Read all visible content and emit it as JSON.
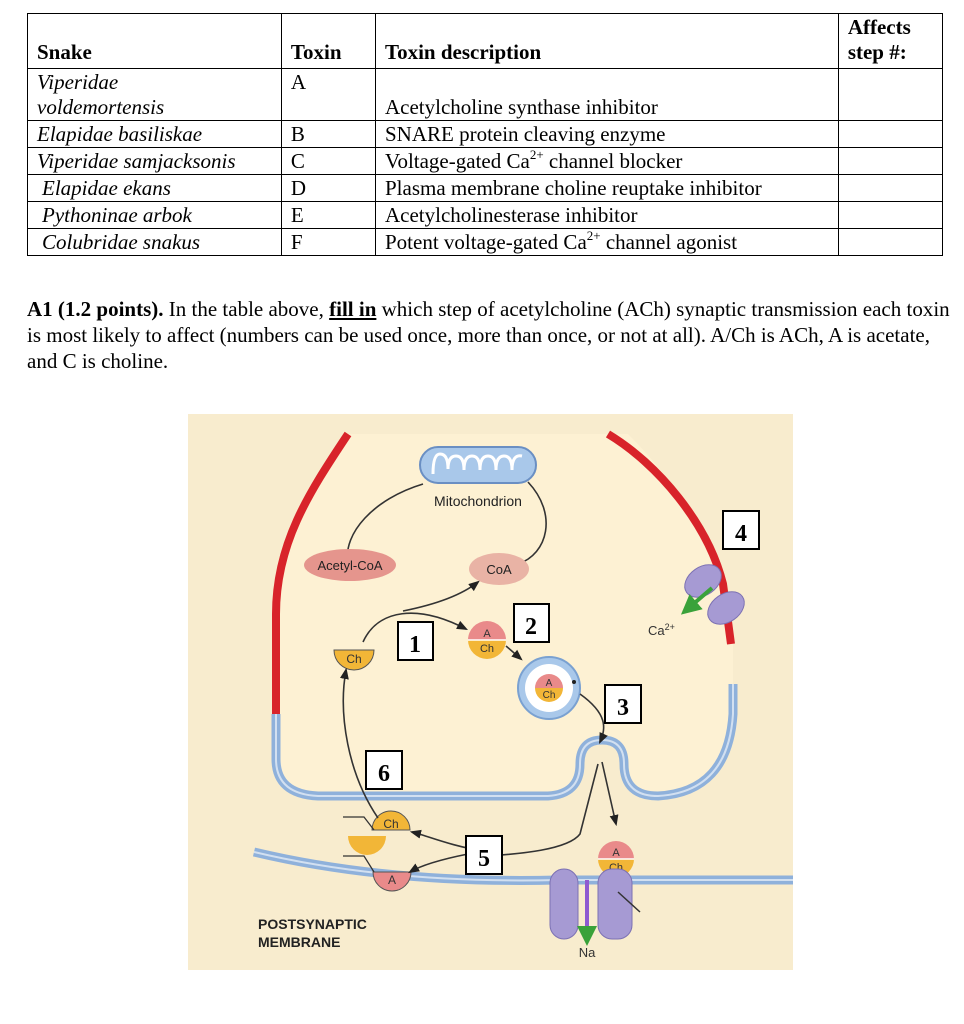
{
  "table": {
    "headers": {
      "snake": "Snake",
      "toxin": "Toxin",
      "description": "Toxin description",
      "affects_line1": "Affects",
      "affects_line2": "step #:"
    },
    "rows": [
      {
        "snake_line1": "Viperidae",
        "snake_line2": "voldemortensis",
        "toxin": "A",
        "description": "Acetylcholine synthase inhibitor"
      },
      {
        "snake": "Elapidae basiliskae",
        "toxin": "B",
        "description": "SNARE protein cleaving enzyme"
      },
      {
        "snake": "Viperidae samjacksonis",
        "toxin": "C",
        "description_pre": "Voltage-gated Ca",
        "description_sup": "2+",
        "description_post": " channel blocker"
      },
      {
        "snake": "Elapidae ekans",
        "toxin": "D",
        "description": "Plasma membrane choline reuptake inhibitor"
      },
      {
        "snake": "Pythoninae arbok",
        "toxin": "E",
        "description": "Acetylcholinesterase inhibitor"
      },
      {
        "snake": "Colubridae snakus",
        "toxin": "F",
        "description_pre": "Potent voltage-gated Ca",
        "description_sup": "2+",
        "description_post": " channel agonist"
      }
    ]
  },
  "question": {
    "label": "A1 (1.2 points).",
    "text_before": " In the table above, ",
    "emphasis": "fill in",
    "text_after": " which step of acetylcholine (ACh) synaptic transmission each toxin is most likely to affect (numbers can be used once, more than once, or not at all). A/Ch is ACh, A is acetate, and C is choline."
  },
  "figure": {
    "mitochondrion": "Mitochondrion",
    "acetyl_coa": "Acetyl-CoA",
    "coa": "CoA",
    "ch": "Ch",
    "a": "A",
    "ca": "Ca",
    "ca_sup": "2+",
    "na": "Na",
    "postsynaptic_line1": "POSTSYNAPTIC",
    "postsynaptic_line2": "MEMBRANE",
    "steps": [
      "1",
      "2",
      "3",
      "4",
      "5",
      "6"
    ]
  }
}
